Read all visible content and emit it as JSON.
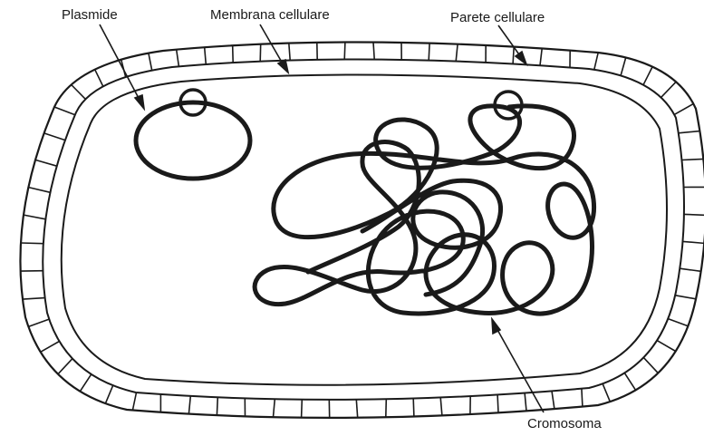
{
  "labels": {
    "plasmid": "Plasmide",
    "membrane": "Membrana cellulare",
    "wall": "Parete cellulare",
    "chromosome": "Cromosoma"
  },
  "colors": {
    "ink": "#1a1a1a",
    "background": "#ffffff"
  }
}
